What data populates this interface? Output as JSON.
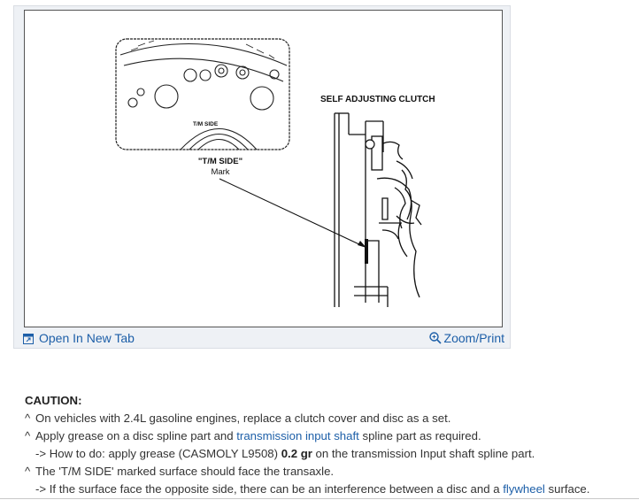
{
  "figure": {
    "label_self_adjusting": "SELF ADJUSTING CLUTCH",
    "label_tm_side": "\"T/M SIDE\"",
    "label_mark": "Mark",
    "stamp_text": "T/M SIDE"
  },
  "figure_bar": {
    "open_tab_label": "Open In New Tab",
    "zoom_label": "Zoom/Print"
  },
  "caution": {
    "title": "CAUTION:",
    "bullet_symbol": "^",
    "item1": "On vehicles with 2.4L gasoline engines, replace a clutch cover and disc as a set.",
    "item2_pre": "Apply grease on a disc spline part and ",
    "item2_link": "transmission input shaft",
    "item2_post": " spline part as required.",
    "item2_sub_pre": "-> How to do: apply grease (CASMOLY L9508) ",
    "item2_sub_bold": "0.2 gr",
    "item2_sub_post": " on the transmission Input shaft spline part.",
    "item3": "The 'T/M SIDE' marked surface should face the transaxle.",
    "item3_sub_pre": "-> If the surface face the opposite side, there can be an interference between a disc and a ",
    "item3_sub_link": "flywheel",
    "item3_sub_post": " surface."
  }
}
